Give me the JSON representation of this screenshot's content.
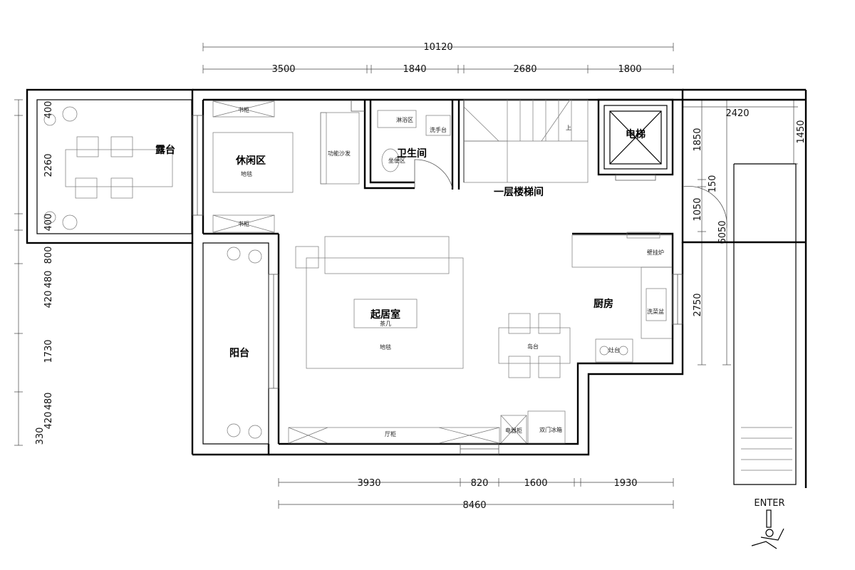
{
  "rooms": {
    "lutai": "露台",
    "xiuxian": "休闲区",
    "weishengjian": "卫生间",
    "louti": "一层楼梯间",
    "dianti": "电梯",
    "qijushi": "起居室",
    "yangtai": "阳台",
    "chufang": "厨房"
  },
  "labels": {
    "shugui": "书柜",
    "ditan": "地毯",
    "gongnengshafa": "功能沙发",
    "linyuqu": "淋浴区",
    "xishoutai": "洗手台",
    "zuobianqu": "坐便区",
    "shang": "上",
    "chaji": "茶几",
    "daotai": "岛台",
    "bigualu": "壁挂炉",
    "xicaipen": "洗菜盆",
    "zaotai": "灶台",
    "tinggui": "厅柜",
    "dianqigui": "电器柜",
    "shuangmenbingxiang": "双门冰箱",
    "enter": "ENTER"
  },
  "dimensions": {
    "top_total": "10120",
    "top_segments": [
      "3500",
      "1840",
      "2680",
      "1800"
    ],
    "bottom_total": "8460",
    "bottom_segments": [
      "3930",
      "820",
      "1600",
      "1930"
    ],
    "left_segments": [
      "400",
      "2260",
      "400",
      "800",
      "480",
      "420",
      "1730",
      "480",
      "420",
      "330"
    ],
    "right_inner": [
      "1850",
      "150",
      "1050",
      "2750"
    ],
    "right_total": "6050",
    "right_width": "2420",
    "right_outer": "1450"
  }
}
